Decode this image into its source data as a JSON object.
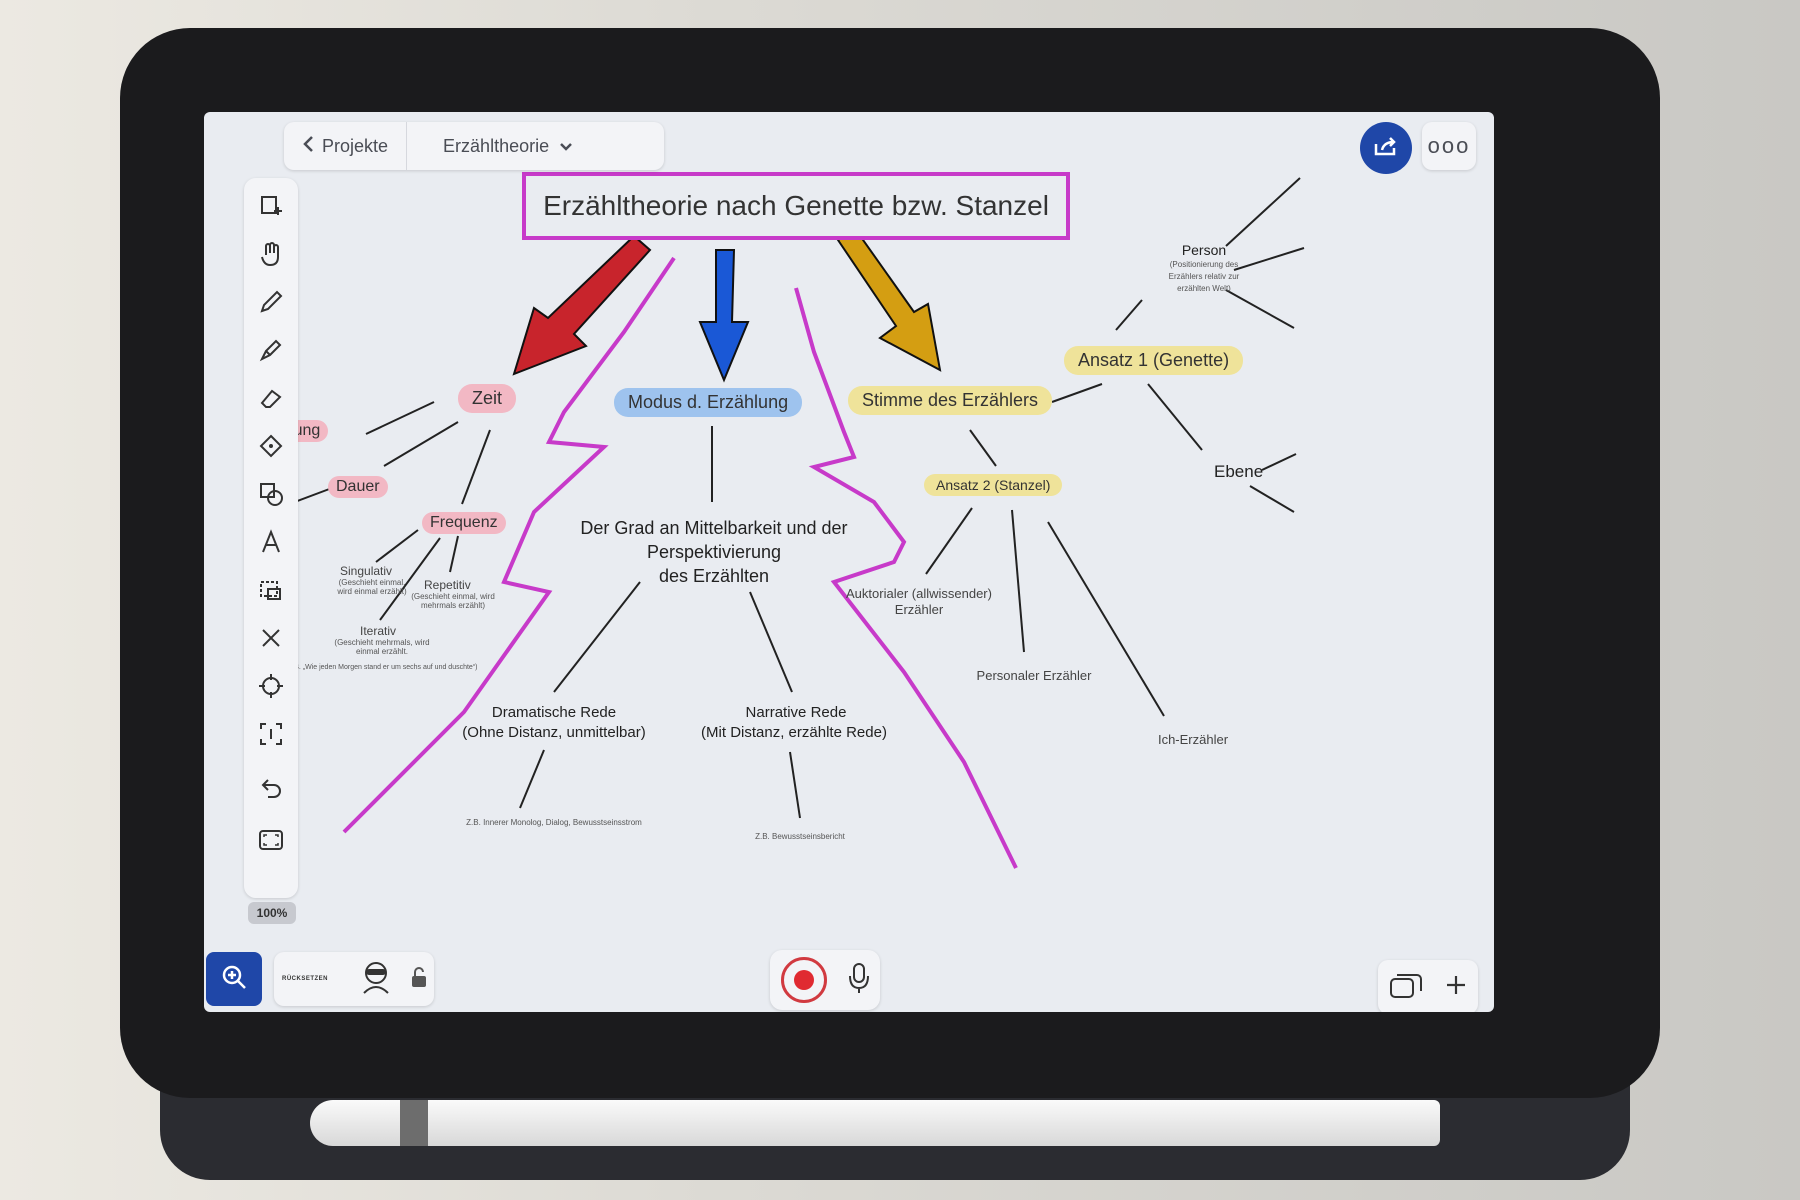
{
  "header": {
    "back_label": "Projekte",
    "doc_title": "Erzähltheorie",
    "more_label": "ooo"
  },
  "zoom": {
    "level": "100%"
  },
  "bottom_panel": {
    "reset_label": "RÜCKSETZEN"
  },
  "icons": {
    "back": "chevron-left-icon",
    "dropdown": "chevron-down-icon",
    "share": "share-icon",
    "more": "more-icon",
    "zoom": "zoom-in-icon",
    "lock": "lock-icon",
    "record": "record-icon",
    "mic": "microphone-icon",
    "pages": "pages-icon",
    "add": "plus-icon"
  },
  "colors": {
    "accent": "#1f47a8",
    "title_border": "#c73ac9",
    "red_arrow": "#c8242c",
    "blue_arrow": "#1a58d6",
    "gold_arrow": "#d49e12",
    "pink_highlight": "#f2b8c4",
    "blue_highlight": "#9ec3ee",
    "yellow_highlight": "#efe39a"
  },
  "canvas": {
    "title": "Erzähltheorie nach Genette bzw. Stanzel",
    "zeit": {
      "label": "Zeit",
      "ordnung": "Ordnung",
      "dauer": "Dauer",
      "frequenz": "Frequenz",
      "singulativ": "Singulativ",
      "singulativ_note": "(Geschieht einmal, wird einmal erzählt)",
      "repetitiv": "Repetitiv",
      "repetitiv_note": "(Geschieht einmal, wird mehrmals erzählt)",
      "iterativ": "Iterativ",
      "iterativ_note": "(Geschieht mehrmals, wird einmal erzählt.",
      "iterativ_example": "Z.B. „Wie jeden Morgen stand er um sechs auf und duschte“)"
    },
    "modus": {
      "label": "Modus d. Erzählung",
      "description_1": "Der Grad an Mittelbarkeit und der",
      "description_2": "Perspektivierung",
      "description_3": "des Erzählten",
      "dramatische": "Dramatische Rede",
      "dramatische_note": "(Ohne Distanz, unmittelbar)",
      "dramatische_example": "Z.B. Innerer Monolog, Dialog, Bewusstseinsstrom",
      "narrative": "Narrative Rede",
      "narrative_note": "(Mit Distanz, erzählte Rede)",
      "narrative_example": "Z.B. Bewusstseinsbericht"
    },
    "stimme": {
      "label": "Stimme des Erzählers",
      "ansatz1": "Ansatz 1 (Genette)",
      "person": "Person",
      "person_note_1": "(Positionierung des",
      "person_note_2": "Erzählers relativ zur",
      "person_note_3": "erzählten Welt)",
      "ebene": "Ebene",
      "ansatz2": "Ansatz 2 (Stanzel)",
      "auktorial": "Auktorialer (allwissender)",
      "auktorial_2": "Erzähler",
      "personal": "Personaler Erzähler",
      "ich": "Ich-Erzähler"
    }
  }
}
